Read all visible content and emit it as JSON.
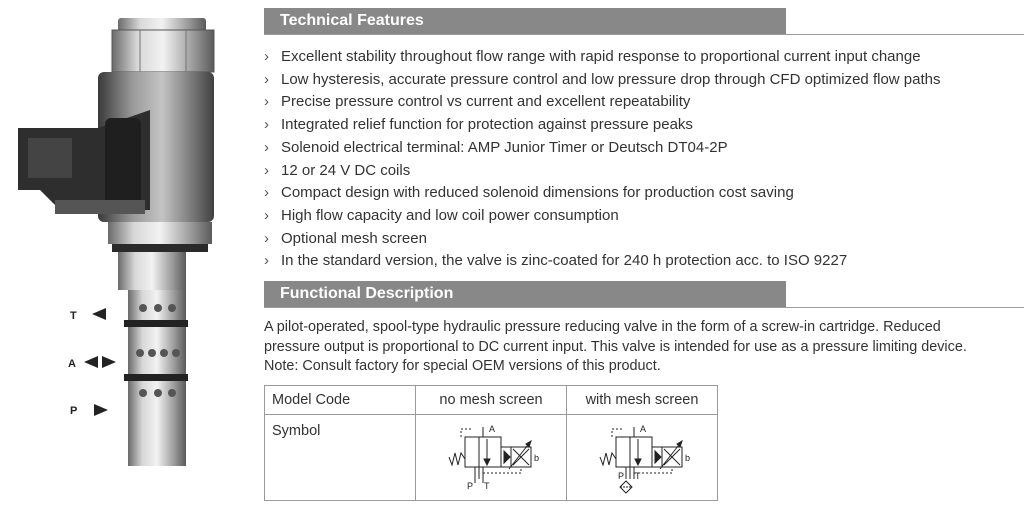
{
  "ports": {
    "t": "T",
    "a": "A",
    "p": "P"
  },
  "technical_features": {
    "title": "Technical Features",
    "items": [
      "Excellent stability throughout flow range with rapid response to proportional current input change",
      "Low hysteresis, accurate pressure control and low pressure drop through CFD optimized flow paths",
      "Precise pressure control vs current and excellent repeatability",
      "Integrated relief function for protection against pressure peaks",
      "Solenoid electrical terminal: AMP Junior Timer or Deutsch DT04-2P",
      "12 or 24 V DC coils",
      "Compact design with reduced solenoid dimensions for production cost saving",
      "High flow capacity and low coil power consumption",
      "Optional mesh screen",
      "In the standard version, the valve is zinc-coated for 240 h protection acc. to ISO 9227"
    ]
  },
  "functional_description": {
    "title": "Functional Description",
    "lines": [
      "A pilot-operated, spool-type hydraulic pressure reducing valve in the form of a screw-in cartridge. Reduced",
      "pressure output is proportional to DC current input. This valve is intended for use as a pressure limiting device.",
      "Note: Consult factory for special OEM versions of this product."
    ]
  },
  "table": {
    "headers": [
      "Model Code",
      "no mesh screen",
      "with mesh screen"
    ],
    "row_label": "Symbol",
    "symbol_labels": {
      "a": "A",
      "b": "b",
      "p": "P",
      "t": "T"
    }
  },
  "colors": {
    "section_bar": "#888888",
    "text": "#333333",
    "border": "#9a9a9a"
  }
}
